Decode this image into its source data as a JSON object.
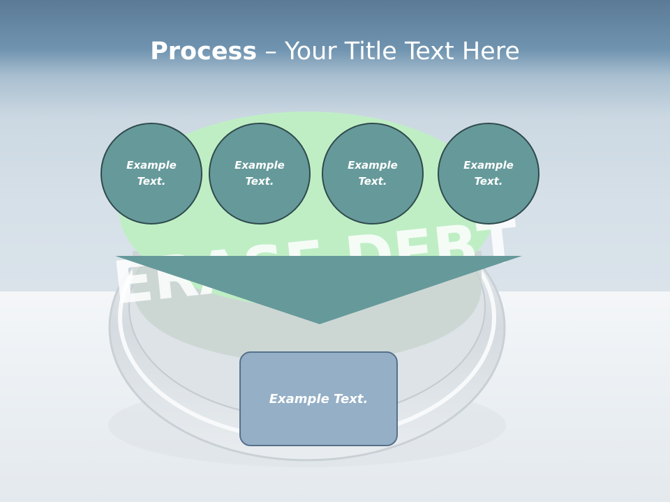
{
  "slide": {
    "title_bold": "Process",
    "title_rest": " – Your Title Text Here"
  },
  "process": {
    "steps": [
      {
        "label": "Example Text."
      },
      {
        "label": "Example Text."
      },
      {
        "label": "Example Text."
      },
      {
        "label": "Example Text."
      }
    ],
    "result_label": "Example Text."
  },
  "background_image": {
    "text": "ERASE DEBT"
  },
  "colors": {
    "header": "#6b8fab",
    "step_fill": "#66999a",
    "step_border": "#2f4a4c",
    "arrow_fill": "#66999a",
    "result_fill": "#94afc6",
    "result_border": "#55718a",
    "button_green": "#bfeec5"
  }
}
